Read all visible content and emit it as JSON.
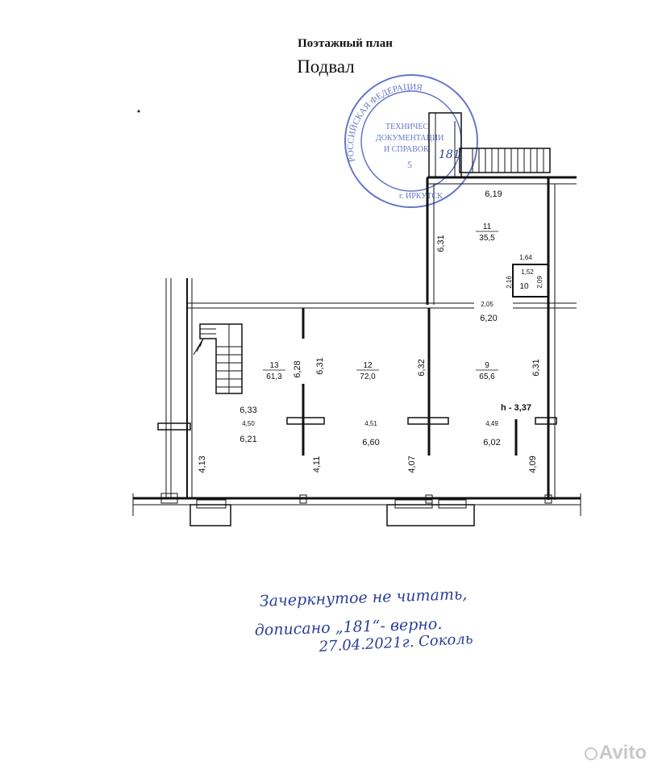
{
  "header": {
    "title": "Поэтажный план",
    "subtitle": "Подвал"
  },
  "rooms": [
    {
      "id": "13",
      "area": "61,3"
    },
    {
      "id": "12",
      "area": "72,0"
    },
    {
      "id": "9",
      "area": "65,6"
    },
    {
      "id": "11",
      "area": "35,5"
    },
    {
      "id": "10",
      "area": ""
    }
  ],
  "dimensions": {
    "top_width_11": "6,19",
    "height_11": "6,31",
    "small_w": "1,64",
    "small_w2": "1,52",
    "small_h1": "2,16",
    "small_h2": "2,09",
    "small_b": "2,05",
    "room9_width": "6,20",
    "h_13a": "6,28",
    "h_13b": "6,31",
    "h_12": "6,32",
    "h_9": "6,31",
    "w_13_top": "6,33",
    "w_13_mid": "4,50",
    "w_13_bot": "6,21",
    "w_12_mid": "4,51",
    "w_12_bot": "6,60",
    "w_9_mid": "4,49",
    "w_9_bot": "6,02",
    "h_bot1": "4,13",
    "h_bot2": "4,11",
    "h_bot3": "4,07",
    "h_bot4": "4,09",
    "ceiling": "h - 3,37"
  },
  "stamp": {
    "ring_text": "РОССИЙСКАЯ ФЕДЕРАЦИЯ",
    "city": "г. ИРКУТСК",
    "line1": "ТЕХНИЧЕС",
    "line2": "ДОКУМЕНТАЦИИ",
    "line3": "И СПРАВОК",
    "number": "5",
    "handwritten_mark": "181"
  },
  "annotation": {
    "line1": "Зачеркнутое не читать,",
    "line2": "дописано „181“- верно.",
    "line3": "27.04.2021г. Соколь"
  },
  "watermark": "Avito",
  "colors": {
    "ink": "#111111",
    "stamp": "#4a5fbf",
    "pen": "#2a3f9a"
  }
}
